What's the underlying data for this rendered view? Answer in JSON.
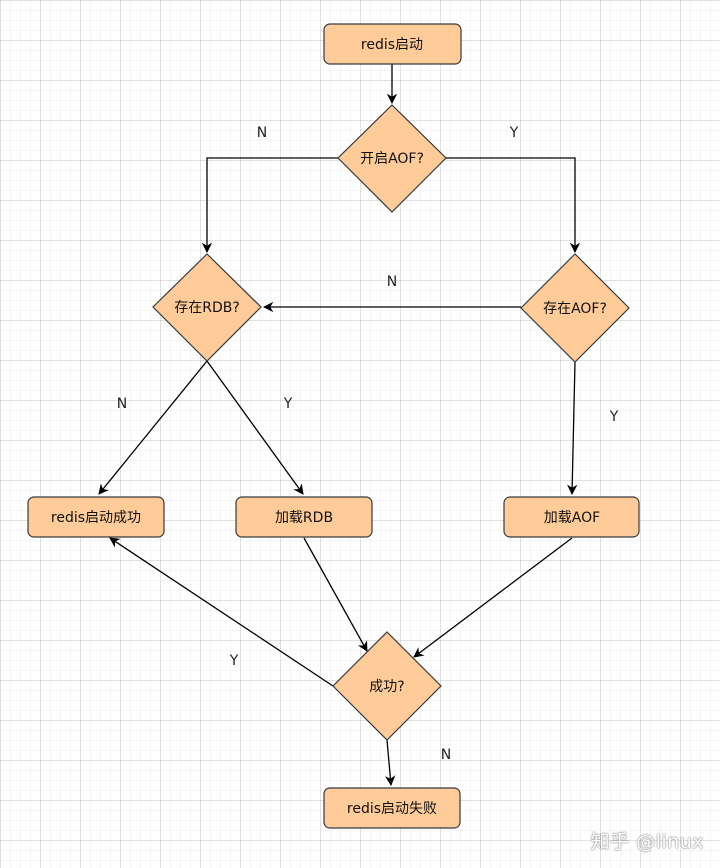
{
  "nodes": {
    "start": "redis启动",
    "aof_enabled": "开启AOF?",
    "rdb_exists": "存在RDB?",
    "aof_exists": "存在AOF?",
    "start_success": "redis启动成功",
    "load_rdb": "加载RDB",
    "load_aof": "加载AOF",
    "success_check": "成功?",
    "start_fail": "redis启动失败"
  },
  "edges": {
    "aof_enabled_no": "N",
    "aof_enabled_yes": "Y",
    "aof_exists_no": "N",
    "rdb_exists_no": "N",
    "rdb_exists_yes": "Y",
    "aof_exists_yes": "Y",
    "success_yes": "Y",
    "success_no": "N"
  },
  "watermark": "知乎 @linux",
  "colors": {
    "node_fill": "#FFCC99",
    "node_stroke": "#36393d",
    "edge": "#000000"
  }
}
